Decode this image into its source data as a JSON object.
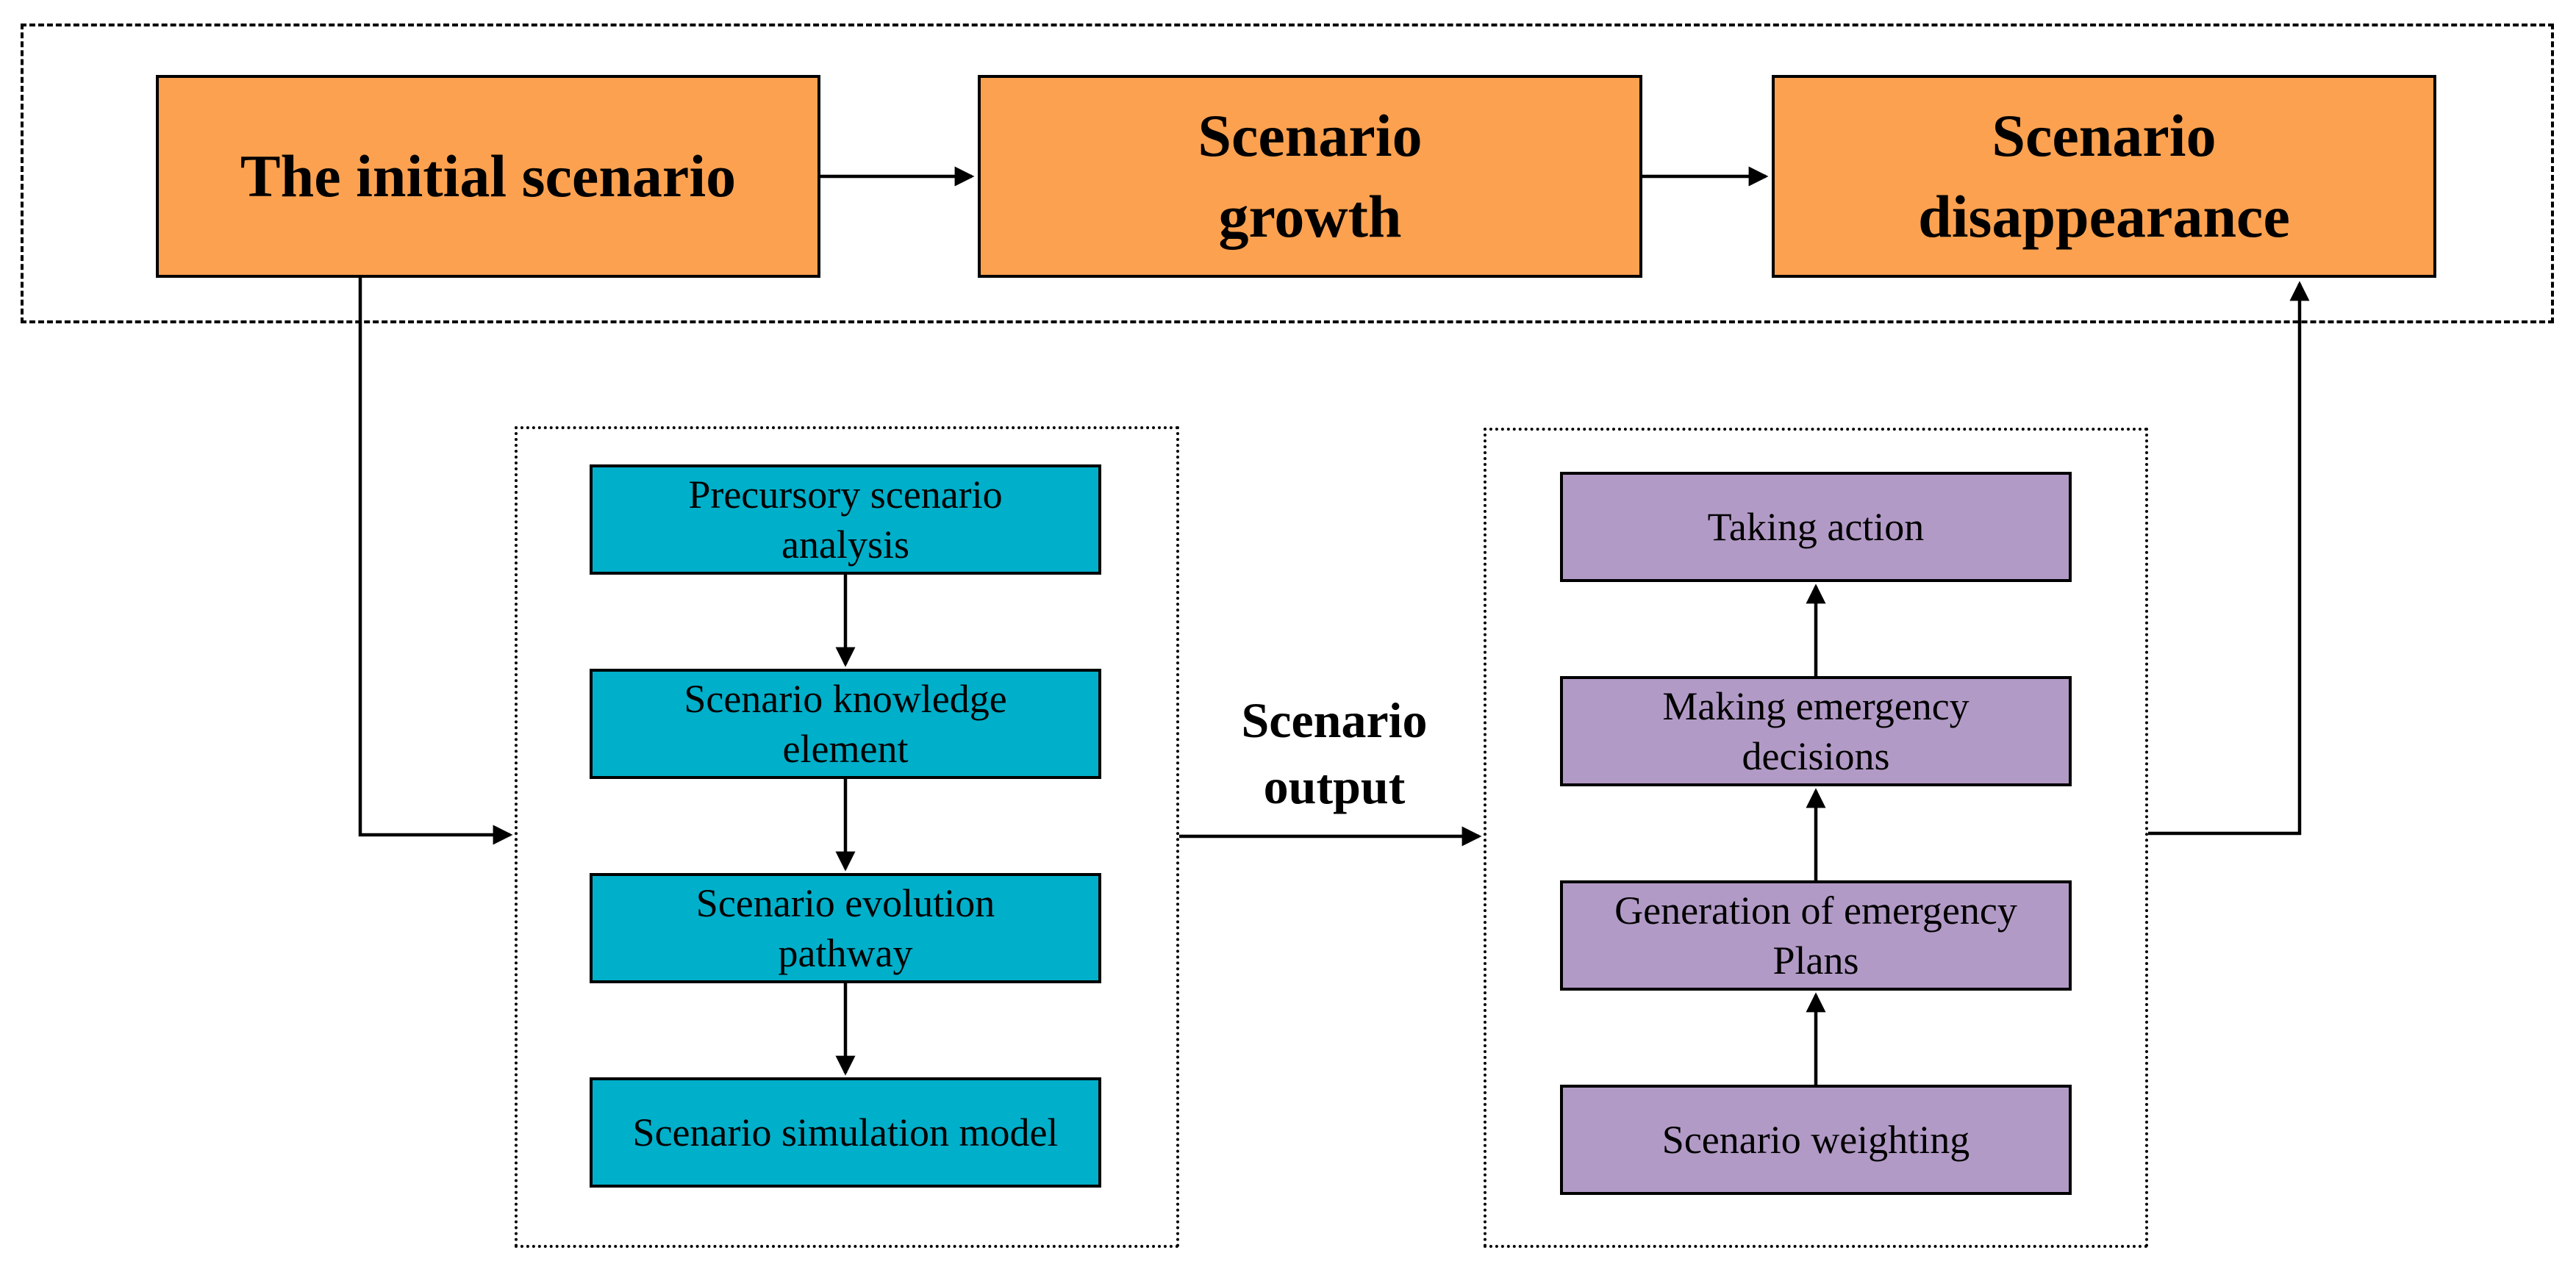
{
  "stages": {
    "initial": "The initial scenario",
    "growth": "Scenario\ngrowth",
    "disappearance": "Scenario\ndisappearance"
  },
  "analysis_steps": [
    "Precursory scenario\nanalysis",
    "Scenario knowledge\nelement",
    "Scenario evolution\npathway",
    "Scenario simulation model"
  ],
  "connector_label": "Scenario\noutput",
  "response_steps": [
    "Taking action",
    "Making emergency\ndecisions",
    "Generation of emergency\nPlans",
    "Scenario weighting"
  ],
  "colors": {
    "stage_fill": "#FCA150",
    "analysis_fill": "#00AFCA",
    "response_fill": "#B29AC6",
    "line": "#000000"
  }
}
